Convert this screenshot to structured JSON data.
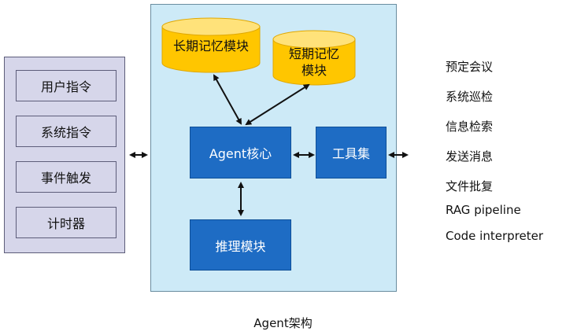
{
  "input_panel": {
    "items": [
      "用户指令",
      "系统指令",
      "事件触发",
      "计时器"
    ]
  },
  "memory": {
    "long_term": "长期记忆模块",
    "short_term_line1": "短期记忆",
    "short_term_line2": "模块"
  },
  "core": {
    "agent_core": "Agent核心",
    "reasoning": "推理模块",
    "toolset": "工具集"
  },
  "tools": [
    "预定会议",
    "系统巡检",
    "信息检索",
    "发送消息",
    "文件批复",
    "RAG pipeline",
    "Code interpreter"
  ],
  "caption": "Agent架构",
  "colors": {
    "input_panel_bg": "#d6d6ea",
    "core_panel_bg": "#cdeaf7",
    "box_blue": "#1e6cc4",
    "db_yellow": "#ffc600"
  }
}
